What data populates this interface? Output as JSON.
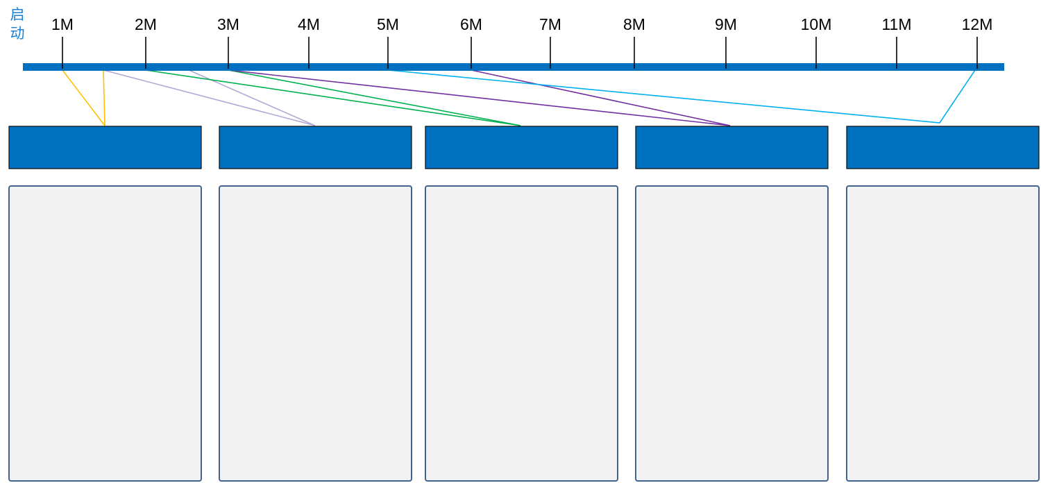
{
  "timeline": {
    "start_label": "启\n动",
    "milestones": [
      "1M",
      "2M",
      "3M",
      "4M",
      "5M",
      "6M",
      "7M",
      "8M",
      "9M",
      "10M",
      "11M",
      "12M"
    ]
  },
  "phases": [
    {
      "title": "",
      "content": ""
    },
    {
      "title": "",
      "content": ""
    },
    {
      "title": "",
      "content": ""
    },
    {
      "title": "",
      "content": ""
    },
    {
      "title": "",
      "content": ""
    }
  ],
  "colors": {
    "bar": "#0070c0",
    "phase_header_fill": "#0070c0",
    "phase_header_border": "#0a0a0a",
    "panel_fill": "#f2f2f2",
    "panel_border": "#41628f",
    "tick": "#000000",
    "connector_colors": [
      "#ffc000",
      "#b4a7d6",
      "#00b050",
      "#7030a0",
      "#00b0f0"
    ]
  }
}
